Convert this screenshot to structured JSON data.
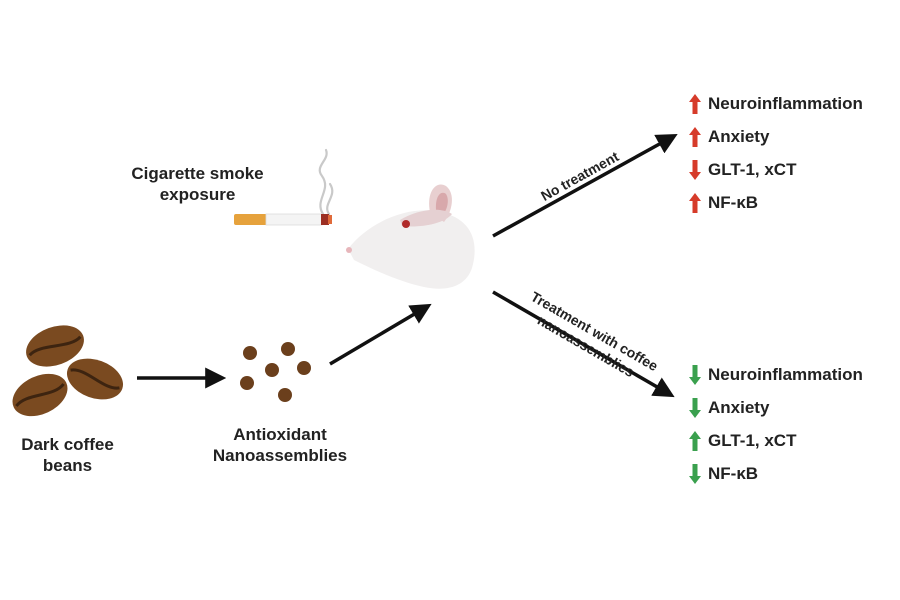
{
  "labels": {
    "smoke": [
      "Cigarette smoke",
      "exposure"
    ],
    "beans": [
      "Dark coffee",
      "beans"
    ],
    "nano": [
      "Antioxidant",
      "Nanoassemblies"
    ],
    "no_treatment": "No treatment",
    "treatment": [
      "Treatment with coffee",
      "nanoassemblies"
    ]
  },
  "outcomes_untreated": [
    {
      "text": "Neuroinflammation",
      "dir": "up"
    },
    {
      "text": "Anxiety",
      "dir": "up"
    },
    {
      "text": "GLT-1, xCT",
      "dir": "down"
    },
    {
      "text": "NF-κB",
      "dir": "up"
    }
  ],
  "outcomes_treated": [
    {
      "text": "Neuroinflammation",
      "dir": "down"
    },
    {
      "text": "Anxiety",
      "dir": "down"
    },
    {
      "text": "GLT-1, xCT",
      "dir": "up"
    },
    {
      "text": "NF-κB",
      "dir": "down"
    }
  ],
  "colors": {
    "untreated_arrow": "#d63b2a",
    "treated_arrow": "#3aa04e",
    "bean": "#7a4a20",
    "dot": "#6b3f1c"
  },
  "icons": [
    "cigarette-icon",
    "smoke-icon",
    "mouse-icon",
    "coffee-bean-icon",
    "nanoparticle-icon"
  ]
}
